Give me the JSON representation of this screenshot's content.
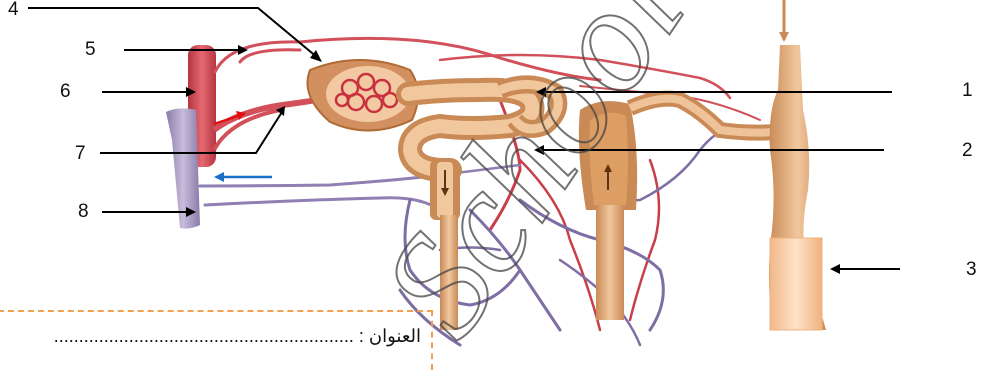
{
  "labels": {
    "n1": "1",
    "n2": "2",
    "n3": "3",
    "n4": "4",
    "n5": "5",
    "n6": "6",
    "n7": "7",
    "n8": "8"
  },
  "title_field": {
    "label": "العنوان :",
    "dots": "............................................................"
  },
  "watermark": {
    "text": "School"
  },
  "colors": {
    "artery": "#d94a56",
    "vein": "#9a89b8",
    "tubule": "#e0a878",
    "tubule_dark": "#b9783f",
    "capsule": "#c98a4a",
    "collecting_duct": "#f6c9a0",
    "arrow_red": "#e01010",
    "arrow_blue": "#1a70c8",
    "dashed_border": "#f0a050"
  }
}
